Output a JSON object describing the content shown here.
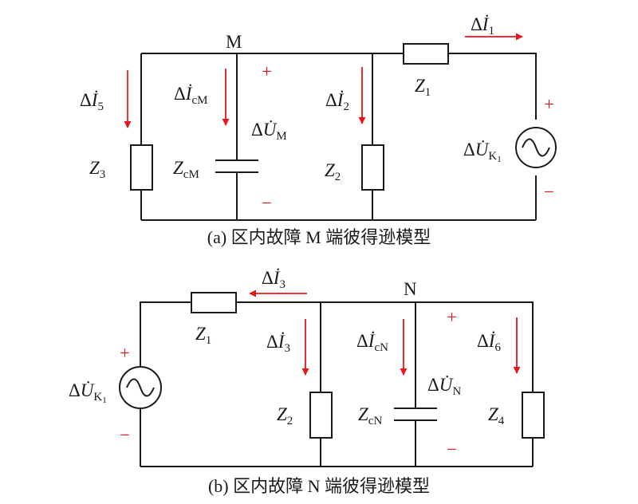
{
  "diagram_a": {
    "node": "M",
    "caption": "(a) 区内故障 M 端彼得逊模型",
    "currents": {
      "i1": {
        "delta": "Δ",
        "sym": "İ",
        "sub": "1"
      },
      "i5": {
        "delta": "Δ",
        "sym": "İ",
        "sub": "5"
      },
      "icm": {
        "delta": "Δ",
        "sym": "İ",
        "sub": "cM"
      },
      "i2": {
        "delta": "Δ",
        "sym": "İ",
        "sub": "2"
      }
    },
    "voltages": {
      "um": {
        "delta": "Δ",
        "sym": "U̇",
        "sub": "M"
      },
      "uk": {
        "delta": "Δ",
        "sym": "U̇",
        "sub": "K",
        "sub2": "1"
      }
    },
    "impedances": {
      "z1": {
        "sym": "Z",
        "sub": "1"
      },
      "z3": {
        "sym": "Z",
        "sub": "3"
      },
      "zcm": {
        "sym": "Z",
        "sub": "cM"
      },
      "z2": {
        "sym": "Z",
        "sub": "2"
      }
    },
    "polarity": {
      "plus": "+",
      "minus": "−"
    }
  },
  "diagram_b": {
    "node": "N",
    "caption": "(b) 区内故障 N 端彼得逊模型",
    "currents": {
      "i3_top": {
        "delta": "Δ",
        "sym": "İ",
        "sub": "3"
      },
      "i3": {
        "delta": "Δ",
        "sym": "İ",
        "sub": "3"
      },
      "icn": {
        "delta": "Δ",
        "sym": "İ",
        "sub": "cN"
      },
      "i6": {
        "delta": "Δ",
        "sym": "İ",
        "sub": "6"
      }
    },
    "voltages": {
      "un": {
        "delta": "Δ",
        "sym": "U̇",
        "sub": "N"
      },
      "uk": {
        "delta": "Δ",
        "sym": "U̇",
        "sub": "K",
        "sub2": "1"
      }
    },
    "impedances": {
      "z1": {
        "sym": "Z",
        "sub": "1"
      },
      "z2": {
        "sym": "Z",
        "sub": "2"
      },
      "zcn": {
        "sym": "Z",
        "sub": "cN"
      },
      "z4": {
        "sym": "Z",
        "sub": "4"
      }
    },
    "polarity": {
      "plus": "+",
      "minus": "−"
    }
  },
  "colors": {
    "wire": "#1a1a1a",
    "arrow": "#e8141c",
    "polarity": "#e8141c"
  }
}
